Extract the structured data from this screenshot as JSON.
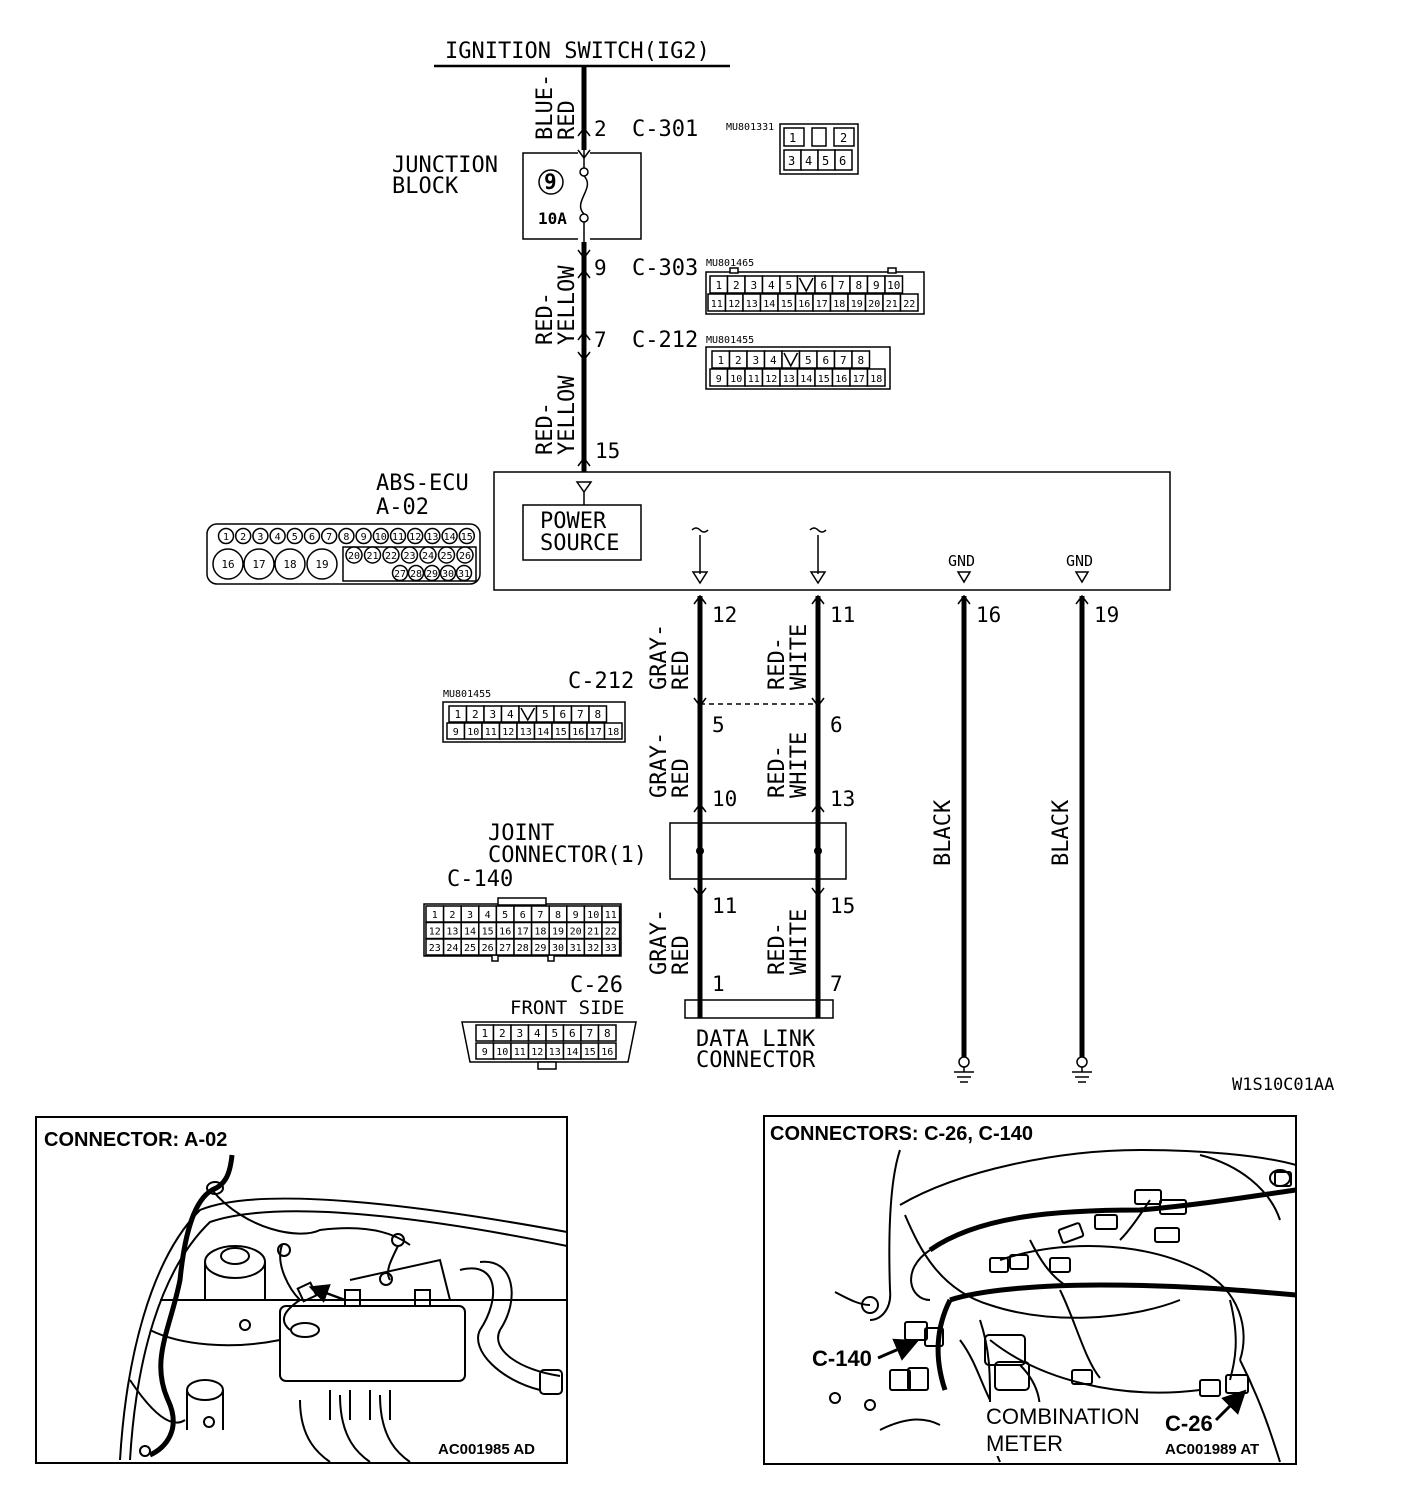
{
  "diagram": {
    "title": "IGNITION SWITCH(IG2)",
    "figure_code": "W1S10C01AA",
    "junction_block": {
      "label_line1": "JUNCTION",
      "label_line2": "BLOCK",
      "fuse_number": "9",
      "fuse_rating": "10A"
    },
    "connectors": {
      "c301": {
        "name": "C-301",
        "part": "MU801331",
        "pin": "2",
        "top_pins": [
          "1",
          "2"
        ],
        "bottom_pins": [
          "3",
          "4",
          "5",
          "6"
        ]
      },
      "c303": {
        "name": "C-303",
        "part": "MU801465",
        "pin": "9",
        "row1": [
          "1",
          "2",
          "3",
          "4",
          "5",
          "6",
          "7",
          "8",
          "9",
          "10"
        ],
        "row2": [
          "11",
          "12",
          "13",
          "14",
          "15",
          "16",
          "17",
          "18",
          "19",
          "20",
          "21",
          "22"
        ]
      },
      "c212_top": {
        "name": "C-212",
        "part": "MU801455",
        "pin": "7",
        "row1": [
          "1",
          "2",
          "3",
          "4",
          "5",
          "6",
          "7",
          "8"
        ],
        "row2": [
          "9",
          "10",
          "11",
          "12",
          "13",
          "14",
          "15",
          "16",
          "17",
          "18"
        ]
      },
      "c212_mid": {
        "name": "C-212",
        "part": "MU801455",
        "row1": [
          "1",
          "2",
          "3",
          "4",
          "5",
          "6",
          "7",
          "8"
        ],
        "row2": [
          "9",
          "10",
          "11",
          "12",
          "13",
          "14",
          "15",
          "16",
          "17",
          "18"
        ]
      },
      "c140": {
        "name": "C-140",
        "row1": [
          "1",
          "2",
          "3",
          "4",
          "5",
          "6",
          "7",
          "8",
          "9",
          "10",
          "11"
        ],
        "row2": [
          "12",
          "13",
          "14",
          "15",
          "16",
          "17",
          "18",
          "19",
          "20",
          "21",
          "22"
        ],
        "row3": [
          "23",
          "24",
          "25",
          "26",
          "27",
          "28",
          "29",
          "30",
          "31",
          "32",
          "33"
        ]
      },
      "c26": {
        "name": "C-26",
        "side": "FRONT SIDE",
        "row1": [
          "1",
          "2",
          "3",
          "4",
          "5",
          "6",
          "7",
          "8"
        ],
        "row2": [
          "9",
          "10",
          "11",
          "12",
          "13",
          "14",
          "15",
          "16"
        ]
      }
    },
    "abs_ecu": {
      "label": "ABS-ECU",
      "connector": "A-02",
      "power_line1": "POWER",
      "power_line2": "SOURCE",
      "gnd": "GND",
      "pin15": "15",
      "row1": [
        "1",
        "2",
        "3",
        "4",
        "5",
        "6",
        "7",
        "8",
        "9",
        "10",
        "11",
        "12",
        "13",
        "14",
        "15"
      ],
      "big": [
        "16",
        "17",
        "18",
        "19"
      ],
      "row2": [
        "20",
        "21",
        "22",
        "23",
        "24",
        "25",
        "26"
      ],
      "row3": [
        "27",
        "28",
        "29",
        "30",
        "31"
      ]
    },
    "wires": {
      "blue_red_1": "BLUE-",
      "blue_red_2": "RED",
      "red_yellow_1": "RED-",
      "red_yellow_2": "YELLOW",
      "gray_red_1": "GRAY-",
      "gray_red_2": "RED",
      "red_white_1": "RED-",
      "red_white_2": "WHITE",
      "black": "BLACK"
    },
    "pins": {
      "gray_top": "12",
      "white_top": "11",
      "gnd1": "16",
      "gnd2": "19",
      "gray_c212": "5",
      "white_c212": "6",
      "gray_jc_in": "10",
      "white_jc_in": "13",
      "gray_jc_out": "11",
      "white_jc_out": "15",
      "gray_dlc": "1",
      "white_dlc": "7"
    },
    "joint_connector": {
      "line1": "JOINT",
      "line2": "CONNECTOR(1)"
    },
    "data_link": {
      "line1": "DATA LINK",
      "line2": "CONNECTOR"
    }
  },
  "panels": {
    "left": {
      "title": "CONNECTOR: A-02",
      "code": "AC001985 AD"
    },
    "right": {
      "title": "CONNECTORS: C-26, C-140",
      "code": "AC001989 AT",
      "callout_c140": "C-140",
      "callout_c26": "C-26",
      "meter_line1": "COMBINATION",
      "meter_line2": "METER"
    }
  }
}
